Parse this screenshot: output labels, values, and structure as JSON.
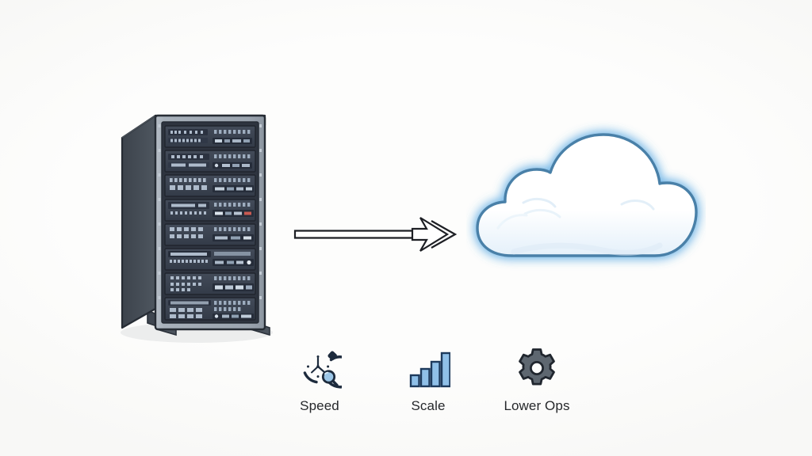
{
  "scene": {
    "title": "On-premises server rack migrating to the cloud",
    "background_color": "#fdfdfc"
  },
  "source": {
    "name": "server-rack",
    "icon": "server-rack-icon",
    "unit_count": 8,
    "colors": {
      "side_panel": "#454c55",
      "front_frame": "#98a1ab",
      "chassis_outline": "#2b313a",
      "unit_face": "#3a4250",
      "led": "#b9c6d6",
      "shadow": "#e8e9ea"
    }
  },
  "arrow": {
    "name": "migration-arrow",
    "icon": "arrow-right-icon",
    "direction": "right",
    "style": "outlined",
    "color": "#1d1f24"
  },
  "target": {
    "name": "cloud",
    "icon": "cloud-icon",
    "colors": {
      "fill": "#ffffff",
      "outline": "#4a80a8",
      "glow": "#cfe6f7",
      "shade": "#e8f2fb"
    }
  },
  "benefits": {
    "items": [
      {
        "id": "speed",
        "label": "Speed",
        "icon": "stopwatch-magnifier-icon",
        "color": "#1d2b3d",
        "accent": "#9cc7e8"
      },
      {
        "id": "scale",
        "label": "Scale",
        "icon": "bar-chart-icon",
        "color": "#1d3a5c",
        "accent": "#8fc0e8",
        "bars": [
          1,
          2,
          3,
          4
        ]
      },
      {
        "id": "lower-ops",
        "label": "Lower Ops",
        "icon": "gear-icon",
        "color": "#20262e",
        "accent": "#5e6770",
        "teeth": 8
      }
    ]
  }
}
